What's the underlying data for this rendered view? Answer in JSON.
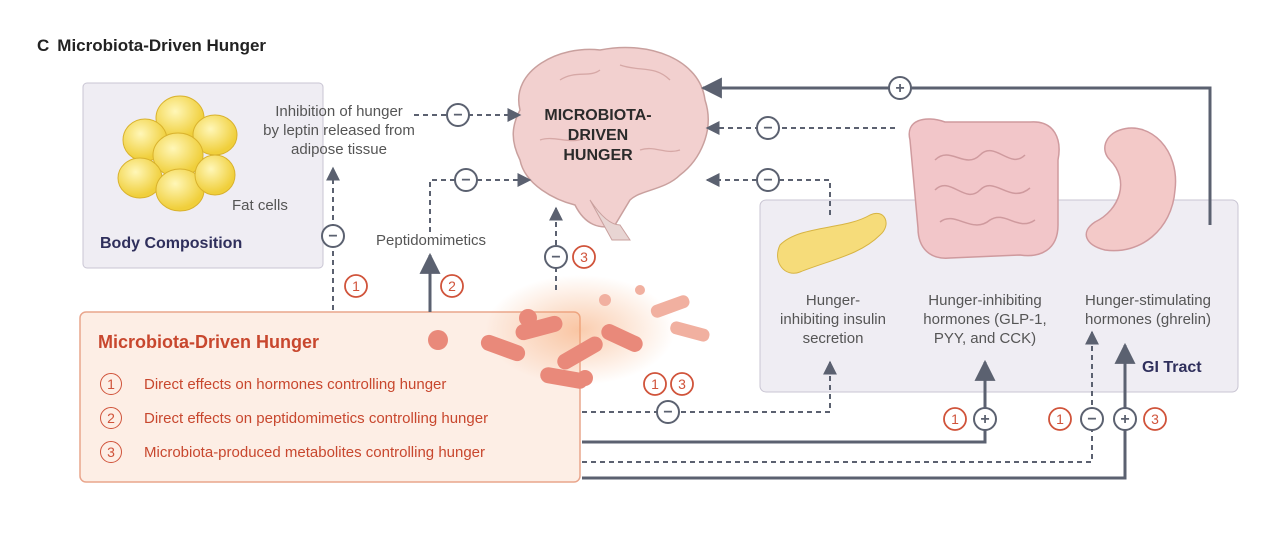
{
  "figure": {
    "panel_letter": "C",
    "title": "Microbiota-Driven Hunger"
  },
  "brain": {
    "label_lines": [
      "MICROBIOTA-",
      "DRIVEN",
      "HUNGER"
    ]
  },
  "body_composition": {
    "title": "Body Composition",
    "fat_cells_label": "Fat cells",
    "leptin_note_lines": [
      "Inhibition of hunger",
      "by leptin released from",
      "adipose tissue"
    ]
  },
  "peptidomimetics_label": "Peptidomimetics",
  "gi_tract": {
    "title": "GI Tract",
    "insulin_lines": [
      "Hunger-",
      "inhibiting insulin",
      "secretion"
    ],
    "inhibiting_lines": [
      "Hunger-inhibiting",
      "hormones (GLP-1,",
      "PYY, and CCK)"
    ],
    "stimulating_lines": [
      "Hunger-stimulating",
      "hormones (ghrelin)"
    ]
  },
  "legend": {
    "title": "Microbiota-Driven Hunger",
    "items": [
      {
        "num": "1",
        "text": "Direct effects on hormones controlling hunger"
      },
      {
        "num": "2",
        "text": "Direct effects on peptidomimetics controlling hunger"
      },
      {
        "num": "3",
        "text": "Microbiota-produced metabolites controlling hunger"
      }
    ]
  },
  "markers": {
    "num_one": "1",
    "num_two": "2",
    "num_three": "3",
    "plus": "+",
    "minus": "−"
  },
  "colors": {
    "arrow": "#5b6170",
    "accent": "#d0533a",
    "legend_fill": "#fdeee5",
    "gi_fill": "#efedf3"
  }
}
